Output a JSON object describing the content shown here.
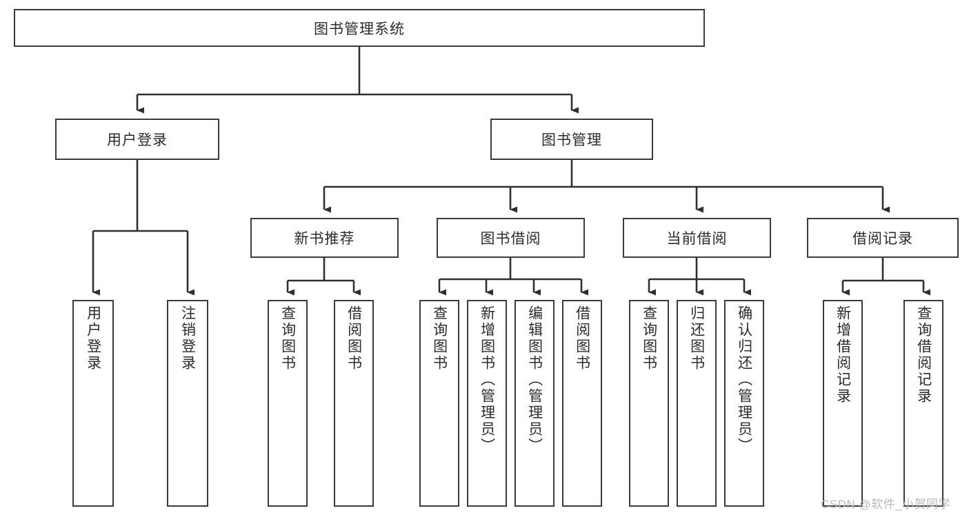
{
  "diagram": {
    "title": "图书管理系统",
    "type": "hierarchy-tree",
    "root": {
      "label": "图书管理系统"
    },
    "level2": [
      {
        "label": "用户登录"
      },
      {
        "label": "图书管理"
      }
    ],
    "level3": [
      {
        "label": "新书推荐"
      },
      {
        "label": "图书借阅"
      },
      {
        "label": "当前借阅"
      },
      {
        "label": "借阅记录"
      }
    ],
    "leaves": {
      "user_login": [
        {
          "label": "用户登录"
        },
        {
          "label": "注销登录"
        }
      ],
      "new_book_recommend": [
        {
          "label": "查询图书"
        },
        {
          "label": "借阅图书"
        }
      ],
      "book_borrow": [
        {
          "label": "查询图书"
        },
        {
          "label": "新增图书（管理员）"
        },
        {
          "label": "编辑图书（管理员）"
        },
        {
          "label": "借阅图书"
        }
      ],
      "current_borrow": [
        {
          "label": "查询图书"
        },
        {
          "label": "归还图书"
        },
        {
          "label": "确认归还（管理员）"
        }
      ],
      "borrow_record": [
        {
          "label": "新增借阅记录"
        },
        {
          "label": "查询借阅记录"
        }
      ]
    },
    "watermark": "CSDN @软件_小贺同学",
    "colors": {
      "box_border": "#3a3a3a",
      "box_fill": "#ffffff",
      "line": "#2f2f2f",
      "text": "#2b2b2b",
      "watermark": "#b9b9b9",
      "background": "#ffffff"
    }
  }
}
